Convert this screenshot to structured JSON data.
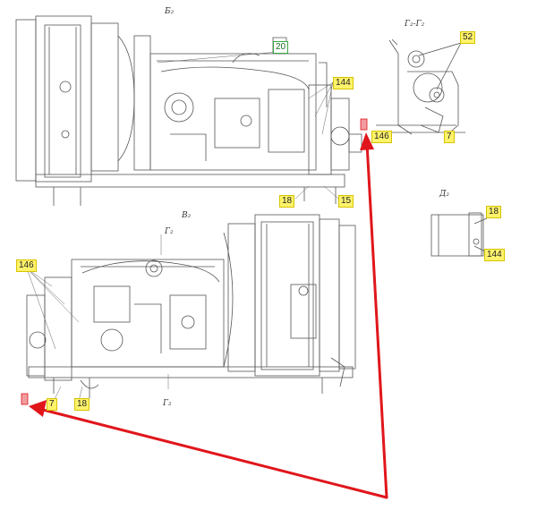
{
  "view_labels": {
    "b": "Б₂",
    "v": "В₂",
    "g_top": "Г₂",
    "g_bottom": "Г₂",
    "gg": "Г₂-Г₂",
    "d": "Д₂"
  },
  "callouts": {
    "c20": "20",
    "c144_top": "144",
    "c18_top": "18",
    "c15": "15",
    "c52": "52",
    "c146_right": "146",
    "c7_right": "7",
    "c18_detail": "18",
    "c144_detail": "144",
    "c146_left": "146",
    "c7_bottom": "7",
    "c18_bottom": "18"
  },
  "colors": {
    "arrow": "#e0161b",
    "highlight_box": "#f29ca0",
    "callout_yellow": "#fff36b",
    "callout_green": "#39a845",
    "line": "#555555"
  }
}
